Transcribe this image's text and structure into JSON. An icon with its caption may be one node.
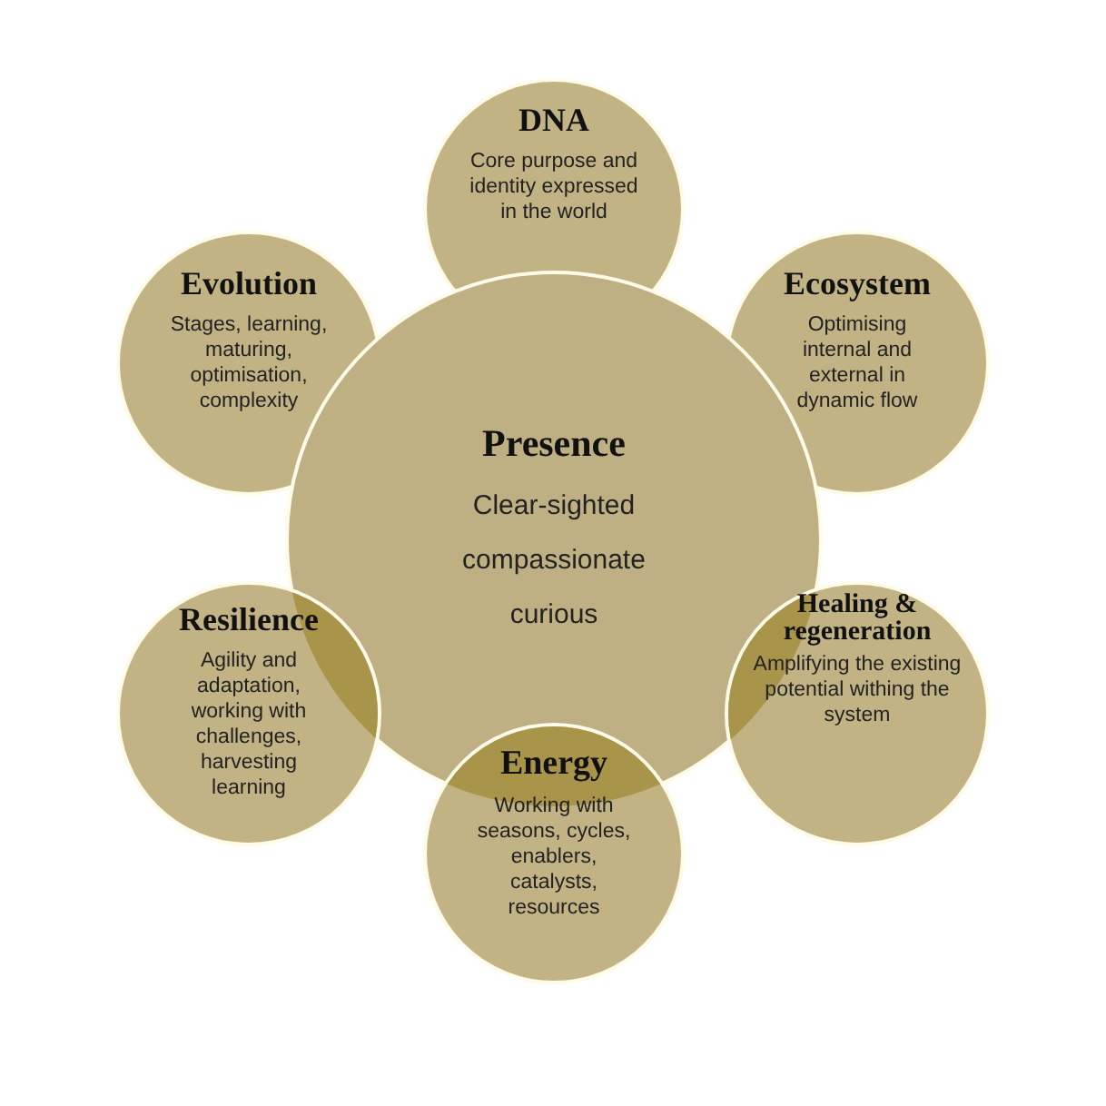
{
  "diagram": {
    "nodes": [
      {
        "text": [
          "DNA",
          "Core purpose and identity expressed in the world"
        ]
      },
      {
        "text": [
          "Evolution",
          "Stages, learning, maturing, optimisation, complexity"
        ]
      },
      {
        "text": [
          "Ecosystem",
          "Optimising internal and external in dynamic flow"
        ]
      },
      {
        "text": [
          "Presence",
          "Clear-sighted",
          "compassionate",
          "curious"
        ]
      },
      {
        "text": [
          "Resilience",
          "Agility and adaptation, working with challenges, harvesting learning"
        ]
      },
      {
        "text": [
          "Healing & regeneration",
          "Amplifying the existing potential withing the system"
        ]
      },
      {
        "text": [
          "Energy",
          "Working with seasons, cycles, enablers, catalysts, resources"
        ]
      }
    ],
    "edges": []
  }
}
